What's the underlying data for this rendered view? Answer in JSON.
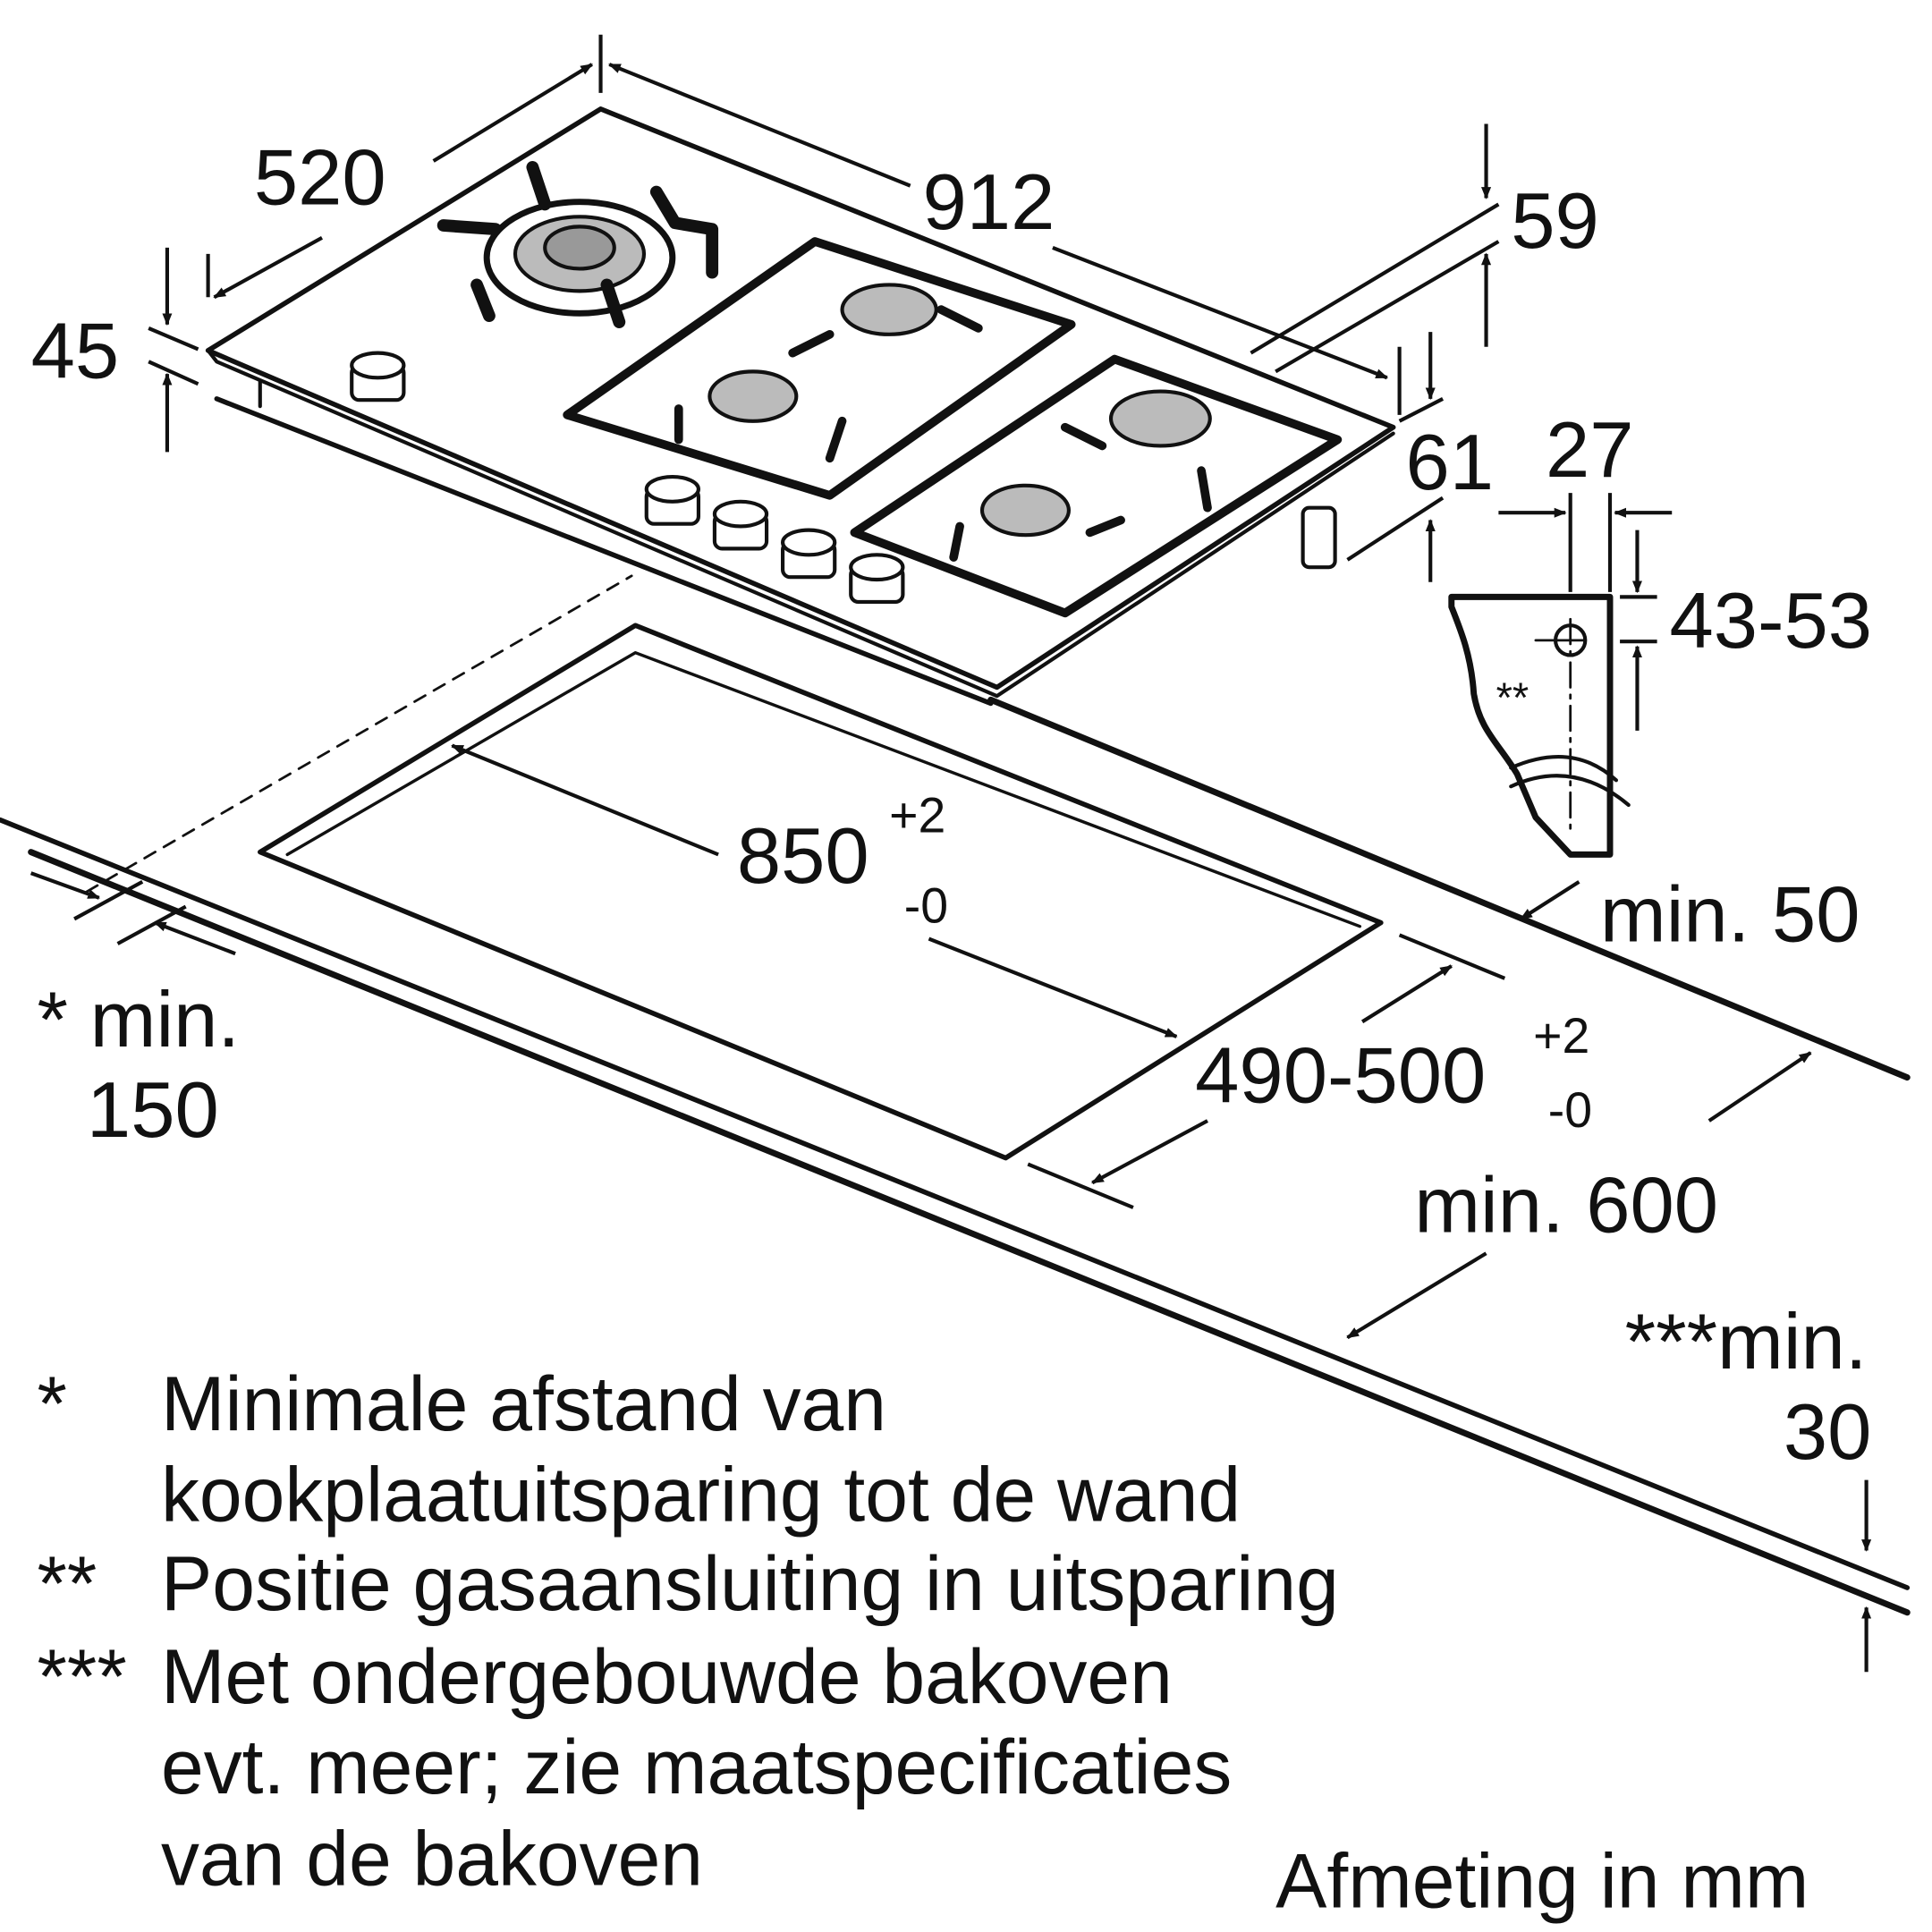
{
  "dimensions": {
    "depth": "520",
    "width": "912",
    "height_top": "59",
    "thickness": "45",
    "leg": "61",
    "connector_offset": "27",
    "connector_height": "43-53",
    "cutout_width": "850",
    "cutout_width_tol_plus": "+2",
    "cutout_width_tol_minus": "-0",
    "cutout_depth": "490-500",
    "cutout_depth_tol_plus": "+2",
    "cutout_depth_tol_minus": "-0",
    "min_back": "min. 50",
    "min_wall_line1": "* min.",
    "min_wall_line2": "150",
    "min_counter": "min. 600",
    "min_oven_line1": "***min.",
    "min_oven_line2": "30",
    "connector_marker": "**"
  },
  "notes": [
    {
      "marker": "*",
      "lines": [
        "Minimale afstand van",
        "kookplaatuitsparing tot de wand"
      ]
    },
    {
      "marker": "**",
      "lines": [
        "Positie gasaansluiting in uitsparing"
      ]
    },
    {
      "marker": "***",
      "lines": [
        "Met ondergebouwde bakoven",
        "evt. meer; zie maatspecificaties",
        "van de bakoven"
      ]
    }
  ],
  "unit_label": "Afmeting in mm"
}
